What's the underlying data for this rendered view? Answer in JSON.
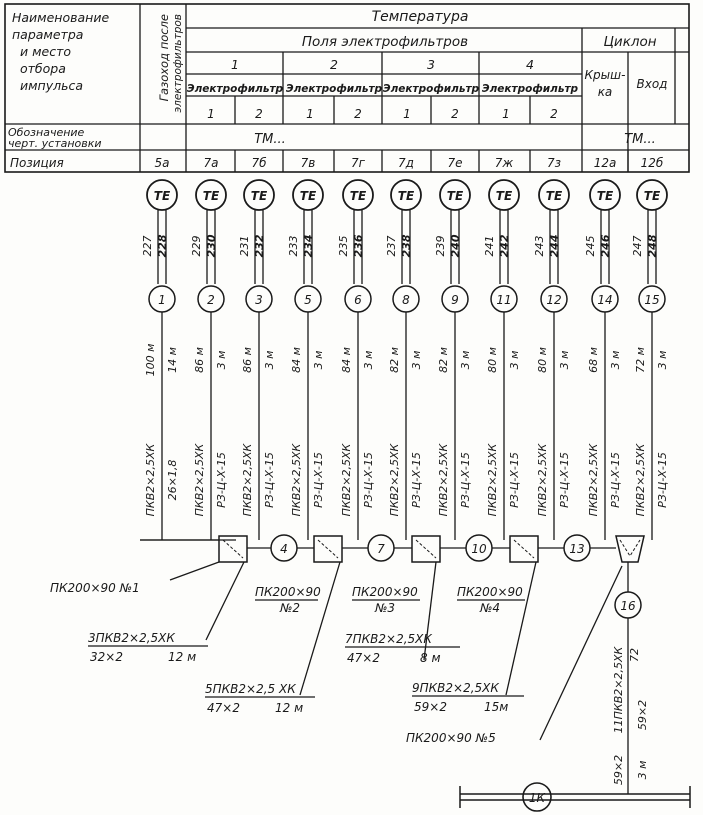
{
  "header": {
    "param_col": [
      "Наименование",
      "параметра",
      "и место",
      "отбора",
      "импульса"
    ],
    "duct_col": [
      "Газоход после",
      "электрофильтров"
    ],
    "temperature": "Температура",
    "fields": "Поля  электрофильтров",
    "cyclone": "Циклон",
    "field_numbers": [
      "1",
      "2",
      "3",
      "4"
    ],
    "filter": "Электрофильтр",
    "filter_nums": [
      "1",
      "2"
    ],
    "roof": [
      "Крыш-",
      "ка"
    ],
    "inlet": "Вход",
    "drawing_label": [
      "Обозначение",
      "черт. установки"
    ],
    "tm": "ТМ...",
    "position_label": "Позиция",
    "positions": [
      "5а",
      "7а",
      "7б",
      "7в",
      "7г",
      "7д",
      "7е",
      "7ж",
      "7з",
      "12а",
      "12б"
    ]
  },
  "sensors": [
    {
      "te": "TE",
      "n1": "227",
      "n2": "228",
      "junction": "1",
      "len1": "100 м",
      "len2": "14 м",
      "cab1": "ПКВ2×2,5ХК",
      "cab2": "26×1,8"
    },
    {
      "te": "TE",
      "n1": "229",
      "n2": "230",
      "junction": "2",
      "len1": "86 м",
      "len2": "3 м",
      "cab1": "ПКВ2×2,5ХК",
      "cab2": "РЗ-Ц-Х-15"
    },
    {
      "te": "TE",
      "n1": "231",
      "n2": "232",
      "junction": "3",
      "len1": "86 м",
      "len2": "3 м",
      "cab1": "ПКВ2×2,5ХК",
      "cab2": "РЗ-Ц-Х-15"
    },
    {
      "te": "TE",
      "n1": "233",
      "n2": "234",
      "junction": "5",
      "len1": "84 м",
      "len2": "3 м",
      "cab1": "ПКВ2×2,5ХК",
      "cab2": "РЗ-Ц-Х-15"
    },
    {
      "te": "TE",
      "n1": "235",
      "n2": "236",
      "junction": "6",
      "len1": "84 м",
      "len2": "3 м",
      "cab1": "ПКВ2×2,5ХК",
      "cab2": "РЗ-Ц-Х-15"
    },
    {
      "te": "TE",
      "n1": "237",
      "n2": "238",
      "junction": "8",
      "len1": "82 м",
      "len2": "3 м",
      "cab1": "ПКВ2×2,5ХК",
      "cab2": "РЗ-Ц-Х-15"
    },
    {
      "te": "TE",
      "n1": "239",
      "n2": "240",
      "junction": "9",
      "len1": "82 м",
      "len2": "3 м",
      "cab1": "ПКВ2×2,5ХК",
      "cab2": "РЗ-Ц-Х-15"
    },
    {
      "te": "TE",
      "n1": "241",
      "n2": "242",
      "junction": "11",
      "len1": "80 м",
      "len2": "3 м",
      "cab1": "ПКВ2×2,5ХК",
      "cab2": "РЗ-Ц-Х-15"
    },
    {
      "te": "TE",
      "n1": "243",
      "n2": "244",
      "junction": "12",
      "len1": "80 м",
      "len2": "3 м",
      "cab1": "ПКВ2×2,5ХК",
      "cab2": "РЗ-Ц-Х-15"
    },
    {
      "te": "TE",
      "n1": "245",
      "n2": "246",
      "junction": "14",
      "len1": "68 м",
      "len2": "3 м",
      "cab1": "ПКВ2×2,5ХК",
      "cab2": "РЗ-Ц-Х-15"
    },
    {
      "te": "TE",
      "n1": "247",
      "n2": "248",
      "junction": "15",
      "len1": "72 м",
      "len2": "3 м",
      "cab1": "ПКВ2×2,5ХК",
      "cab2": "РЗ-Ц-Х-15"
    }
  ],
  "chain_nodes": [
    "4",
    "7",
    "10",
    "13"
  ],
  "boxes": {
    "pk1": "ПК200×90 №1",
    "pk2": [
      "ПК200×90",
      "№2"
    ],
    "pk3": [
      "ПК200×90",
      "№3"
    ],
    "pk4": [
      "ПК200×90",
      "№4"
    ],
    "pk5": "ПК200×90 №5"
  },
  "cables": {
    "c3": [
      "3ПКВ2×2,5ХК",
      "32×2",
      "12 м"
    ],
    "c5": [
      "5ПКВ2×2,5 ХК",
      "47×2",
      "12 м"
    ],
    "c7": [
      "7ПКВ2×2,5ХК",
      "47×2",
      "8 м"
    ],
    "c9": [
      "9ПКВ2×2,5ХК",
      "59×2",
      "15м"
    ],
    "c11": [
      "11ПКВ2×2,5ХК",
      "59×2",
      "3 м"
    ],
    "c11_num": "72"
  },
  "node16": "16",
  "panel": "1К"
}
